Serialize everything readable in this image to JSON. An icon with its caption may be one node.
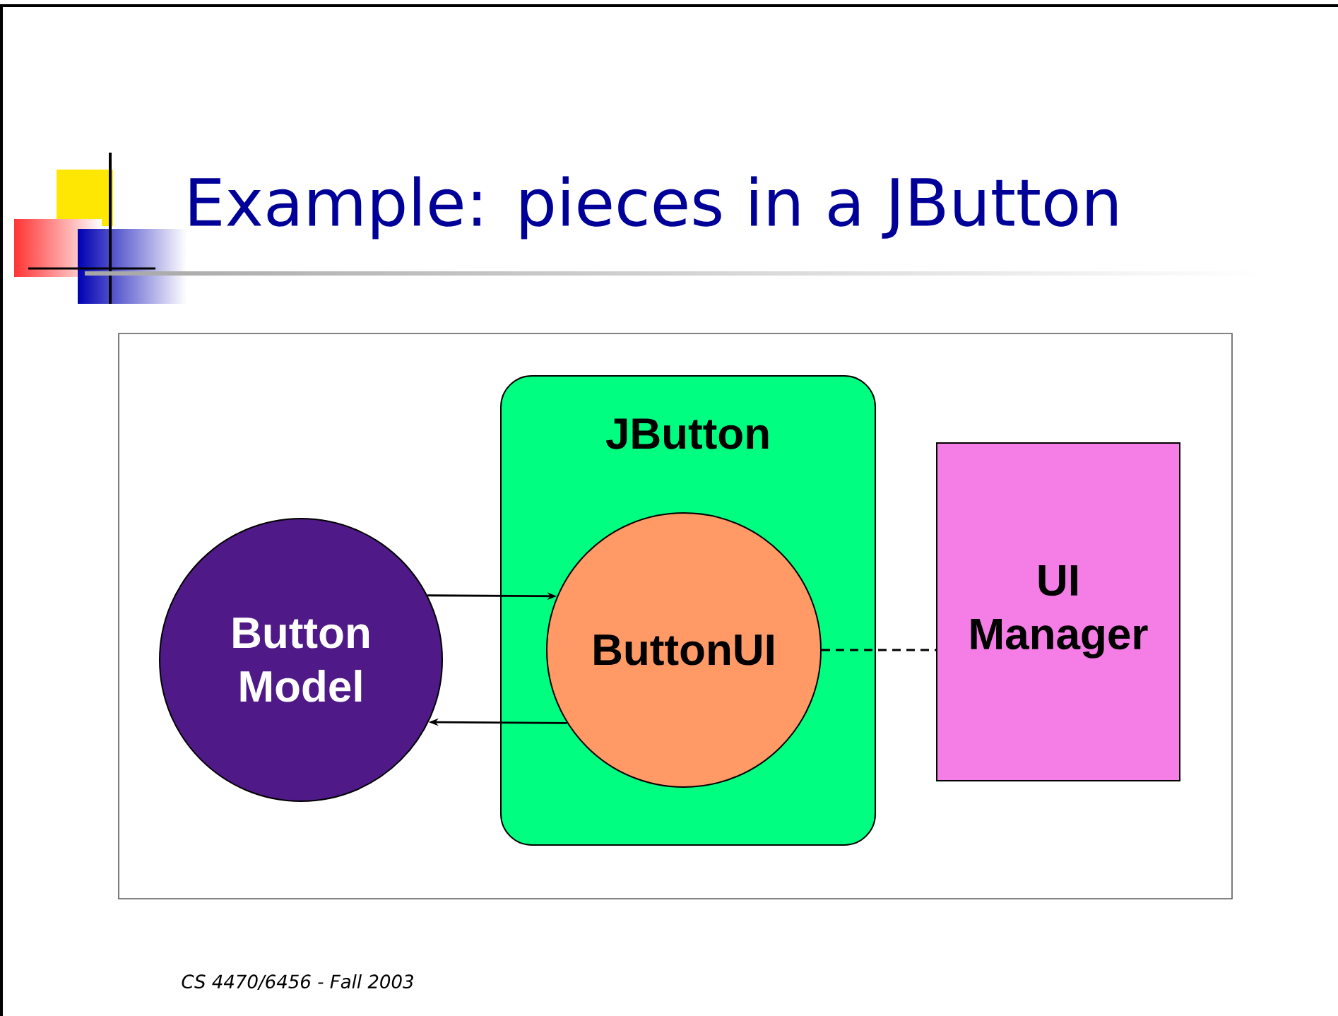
{
  "diagram": {
    "title": "Example: pieces in a JButton",
    "nodes": [
      {
        "text": [
          "JButton"
        ]
      },
      {
        "text": [
          "Button Model"
        ]
      },
      {
        "text": [
          "ButtonUI"
        ],
        "in": 0
      },
      {
        "text": [
          "UI Manager"
        ]
      }
    ],
    "edges": [
      {
        "from": 1,
        "to": 2,
        "arrow": "to"
      },
      {
        "from": 2,
        "to": 1,
        "arrow": "to"
      },
      {
        "from": 2,
        "to": 3,
        "arrow": "none",
        "style": "dashed"
      }
    ],
    "labels": [
      "CS 4470/6456 - Fall 2003"
    ]
  }
}
